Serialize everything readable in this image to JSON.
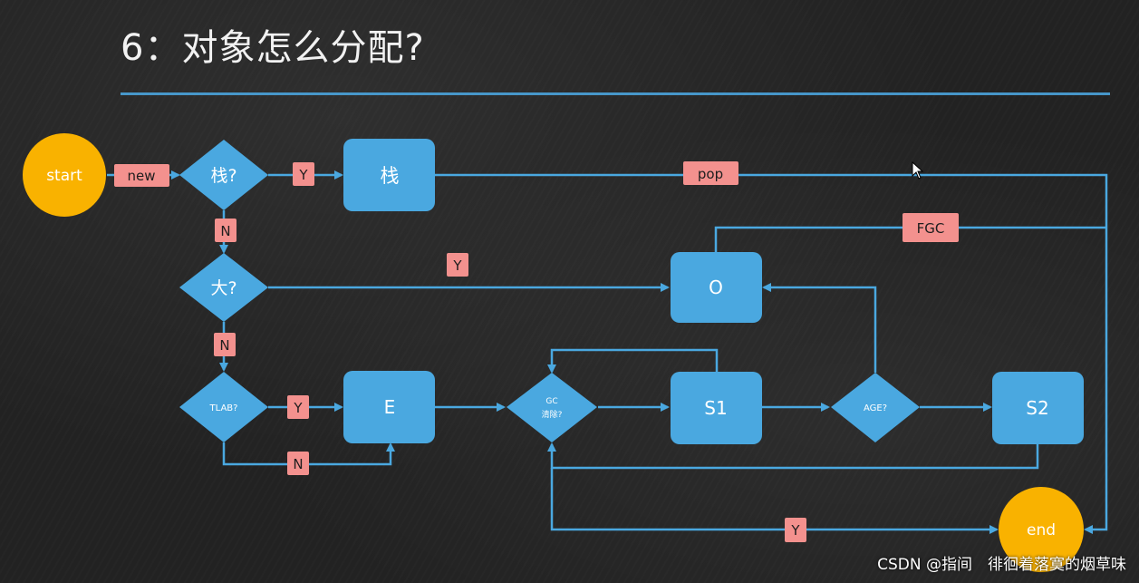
{
  "title": "6：对象怎么分配?",
  "colors": {
    "node": "#4aa8e0",
    "line": "#4aa8e0",
    "terminal": "#f9b200",
    "label_bg": "#f3918e"
  },
  "nodes": {
    "start": "start",
    "end": "end",
    "stack_q": "栈?",
    "stack": "栈",
    "big_q": "大?",
    "old": "O",
    "tlab_q": "TLAB?",
    "eden": "E",
    "gc_q_line1": "GC",
    "gc_q_line2": "清除?",
    "s1": "S1",
    "age_q": "AGE?",
    "s2": "S2"
  },
  "labels": {
    "new": "new",
    "stack_yes": "Y",
    "stack_no": "N",
    "big_yes": "Y",
    "big_no": "N",
    "tlab_yes": "Y",
    "tlab_no": "N",
    "pop": "pop",
    "fgc": "FGC",
    "gc_yes": "Y"
  },
  "watermark": "CSDN @指间　徘徊着落寞的烟草味"
}
